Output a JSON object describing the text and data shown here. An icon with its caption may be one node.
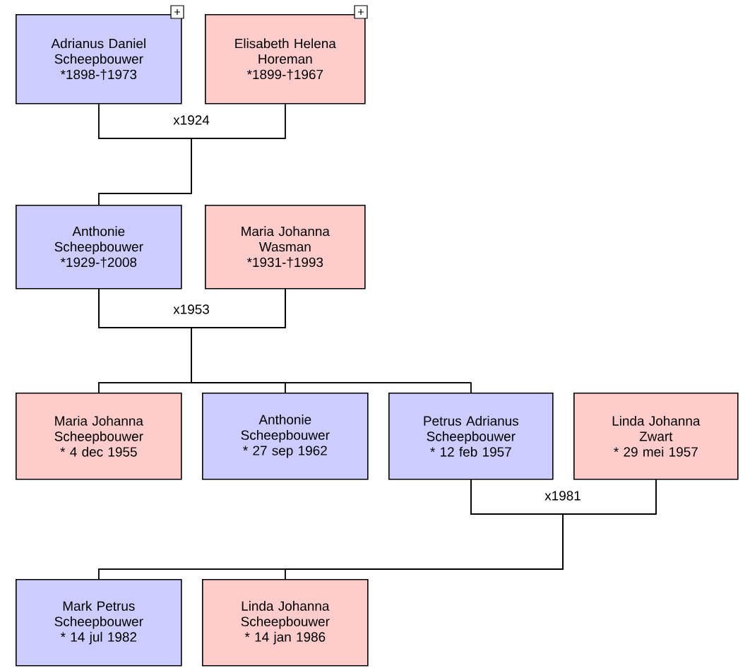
{
  "diagram": {
    "nodes": [
      {
        "text": [
          "Adrianus Daniel Scheepbouwer",
          "*1898-†1973"
        ]
      },
      {
        "text": [
          "Elisabeth Helena Horeman",
          "*1899-†1967"
        ]
      },
      {
        "text": [
          "Anthonie Scheepbouwer",
          "*1929-†2008"
        ]
      },
      {
        "text": [
          "Maria Johanna Wasman",
          "*1931-†1993"
        ]
      },
      {
        "text": [
          "Maria Johanna Scheepbouwer",
          "* 4 dec 1955"
        ]
      },
      {
        "text": [
          "Anthonie Scheepbouwer",
          "* 27 sep 1962"
        ]
      },
      {
        "text": [
          "Petrus Adrianus Scheepbouwer",
          "* 12 feb 1957"
        ]
      },
      {
        "text": [
          "Linda Johanna Zwart",
          "* 29 mei 1957"
        ]
      },
      {
        "text": [
          "Mark Petrus Scheepbouwer",
          "* 14 jul 1982"
        ]
      },
      {
        "text": [
          "Linda Johanna Scheepbouwer",
          "* 14 jan 1986"
        ]
      }
    ],
    "edges": [
      {
        "from": 0,
        "to": 1,
        "arrow": "none",
        "label": "x1924"
      },
      {
        "from": 0,
        "to": 2,
        "arrow": "none"
      },
      {
        "from": 1,
        "to": 2,
        "arrow": "none"
      },
      {
        "from": 2,
        "to": 3,
        "arrow": "none",
        "label": "x1953"
      },
      {
        "from": 2,
        "to": 4,
        "arrow": "none"
      },
      {
        "from": 3,
        "to": 4,
        "arrow": "none"
      },
      {
        "from": 2,
        "to": 5,
        "arrow": "none"
      },
      {
        "from": 3,
        "to": 5,
        "arrow": "none"
      },
      {
        "from": 2,
        "to": 6,
        "arrow": "none"
      },
      {
        "from": 3,
        "to": 6,
        "arrow": "none"
      },
      {
        "from": 6,
        "to": 7,
        "arrow": "none",
        "label": "x1981"
      },
      {
        "from": 6,
        "to": 8,
        "arrow": "none"
      },
      {
        "from": 7,
        "to": 8,
        "arrow": "none"
      },
      {
        "from": 6,
        "to": 9,
        "arrow": "none"
      },
      {
        "from": 7,
        "to": 9,
        "arrow": "none"
      }
    ]
  }
}
